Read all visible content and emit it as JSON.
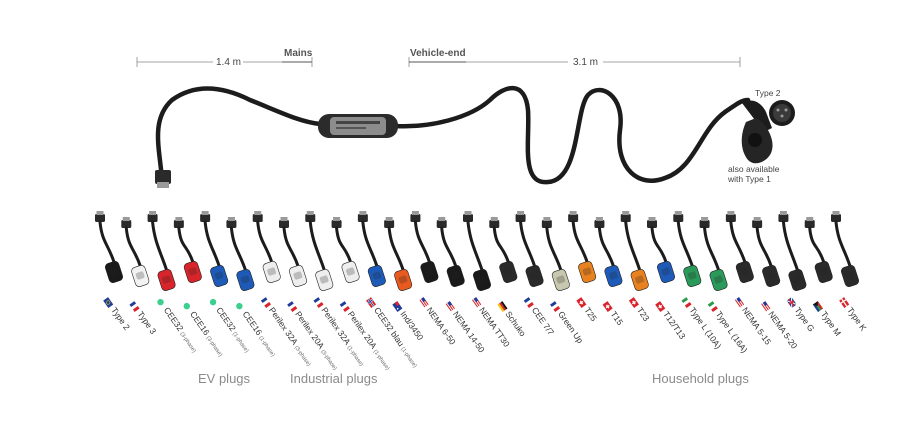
{
  "dimensions": {
    "mains_length": "1.4 m",
    "mains_label": "Mains",
    "vehicle_label": "Vehicle-end",
    "vehicle_length": "3.1 m"
  },
  "vehicle_connector": {
    "type2_label": "Type 2",
    "also_line1": "also available",
    "also_line2": "with Type 1"
  },
  "categories": {
    "ev": "EV plugs",
    "industrial": "Industrial plugs",
    "household": "Household plugs"
  },
  "plugs": [
    {
      "label": "Type 2",
      "sub": "",
      "flag": "eu",
      "color": "#1a1a1a"
    },
    {
      "label": "Type 3",
      "sub": "",
      "flag": "fr",
      "color": "#f2f2f2"
    },
    {
      "label": "CEE32",
      "sub": "(3-phase)",
      "flag": "dot",
      "color": "#d8242a"
    },
    {
      "label": "CEE16",
      "sub": "(3-phase)",
      "flag": "dot",
      "color": "#d8242a"
    },
    {
      "label": "CEE32",
      "sub": "(1-phase)",
      "flag": "dot",
      "color": "#1e5bb8"
    },
    {
      "label": "CEE16",
      "sub": "(1-phase)",
      "flag": "dot",
      "color": "#1e5bb8"
    },
    {
      "label": "Perilex 32A",
      "sub": "(3-phase)",
      "flag": "fr",
      "color": "#eeeeee"
    },
    {
      "label": "Perilex 20A",
      "sub": "(3-phase)",
      "flag": "fr",
      "color": "#eeeeee"
    },
    {
      "label": "Perilex 32A",
      "sub": "(1-phase)",
      "flag": "fr",
      "color": "#eeeeee"
    },
    {
      "label": "Perilex 20A",
      "sub": "(1-phase)",
      "flag": "fr",
      "color": "#eeeeee"
    },
    {
      "label": "CEE32 blau",
      "sub": "(1-phase)",
      "flag": "no",
      "color": "#1e5bb8"
    },
    {
      "label": "Ind/3450",
      "sub": "",
      "flag": "au",
      "color": "#e85a1e"
    },
    {
      "label": "NEMA 6-50",
      "sub": "",
      "flag": "us",
      "color": "#1a1a1a"
    },
    {
      "label": "NEMA 14-50",
      "sub": "",
      "flag": "us",
      "color": "#1a1a1a"
    },
    {
      "label": "NEMA TT30",
      "sub": "",
      "flag": "us",
      "color": "#1a1a1a"
    },
    {
      "label": "Schuko",
      "sub": "",
      "flag": "de",
      "color": "#2a2a2a"
    },
    {
      "label": "CEE 7/7",
      "sub": "",
      "flag": "fr",
      "color": "#2a2a2a"
    },
    {
      "label": "Green Up",
      "sub": "",
      "flag": "fr",
      "color": "#c8c8b0"
    },
    {
      "label": "T25",
      "sub": "",
      "flag": "ch",
      "color": "#e8821e"
    },
    {
      "label": "T15",
      "sub": "",
      "flag": "ch",
      "color": "#1e5bb8"
    },
    {
      "label": "T23",
      "sub": "",
      "flag": "ch",
      "color": "#e8821e"
    },
    {
      "label": "T12/T13",
      "sub": "",
      "flag": "ch",
      "color": "#1e5bb8"
    },
    {
      "label": "Type L (10A)",
      "sub": "",
      "flag": "it",
      "color": "#2a9a5a"
    },
    {
      "label": "Type L (16A)",
      "sub": "",
      "flag": "it",
      "color": "#2a9a5a"
    },
    {
      "label": "NEMA 5-15",
      "sub": "",
      "flag": "us",
      "color": "#2a2a2a"
    },
    {
      "label": "NEMA 5-20",
      "sub": "",
      "flag": "us",
      "color": "#2a2a2a"
    },
    {
      "label": "Type G",
      "sub": "",
      "flag": "gb",
      "color": "#2a2a2a"
    },
    {
      "label": "Type M",
      "sub": "",
      "flag": "za",
      "color": "#2a2a2a"
    },
    {
      "label": "Type K",
      "sub": "",
      "flag": "dk",
      "color": "#2a2a2a"
    }
  ]
}
